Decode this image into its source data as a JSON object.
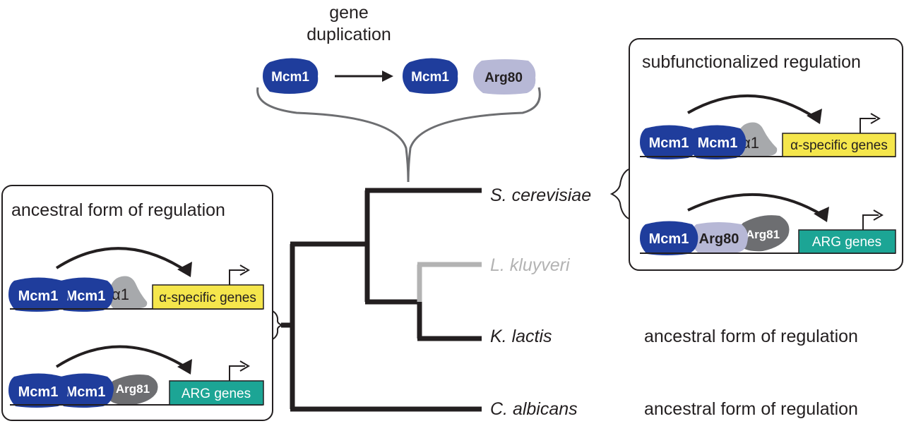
{
  "duplication": {
    "title_line1": "gene",
    "title_line2": "duplication",
    "left_protein": "Mcm1",
    "right_protein_a": "Mcm1",
    "right_protein_b": "Arg80"
  },
  "tree": {
    "species": [
      {
        "name": "S. cerevisiae",
        "faded": false
      },
      {
        "name": "L. kluyveri",
        "faded": true
      },
      {
        "name": "K. lactis",
        "faded": false
      },
      {
        "name": "C. albicans",
        "faded": false
      }
    ],
    "k_lactis_note": "ancestral form of regulation",
    "c_albicans_note": "ancestral form of regulation"
  },
  "ancestral_box": {
    "title": "ancestral form of regulation",
    "row1": {
      "p1": "Mcm1",
      "p2": "Mcm1",
      "p3": "α1",
      "gene": "α-specific genes"
    },
    "row2": {
      "p1": "Mcm1",
      "p2": "Mcm1",
      "p3": "Arg81",
      "gene": "ARG genes"
    }
  },
  "subfunc_box": {
    "title": "subfunctionalized regulation",
    "row1": {
      "p1": "Mcm1",
      "p2": "Mcm1",
      "p3": "α1",
      "gene": "α-specific genes"
    },
    "row2": {
      "p1": "Mcm1",
      "p2": "Arg80",
      "p3": "Arg81",
      "gene": "ARG genes"
    }
  },
  "colors": {
    "mcm1": "#1f3d9c",
    "arg80": "#b7b8d6",
    "arg81": "#6d6e71",
    "alpha1": "#a7a9ac",
    "alpha_gene": "#f5e64c",
    "arg_gene": "#1ca595",
    "tree": "#231f20",
    "faded": "#b3b3b3"
  }
}
